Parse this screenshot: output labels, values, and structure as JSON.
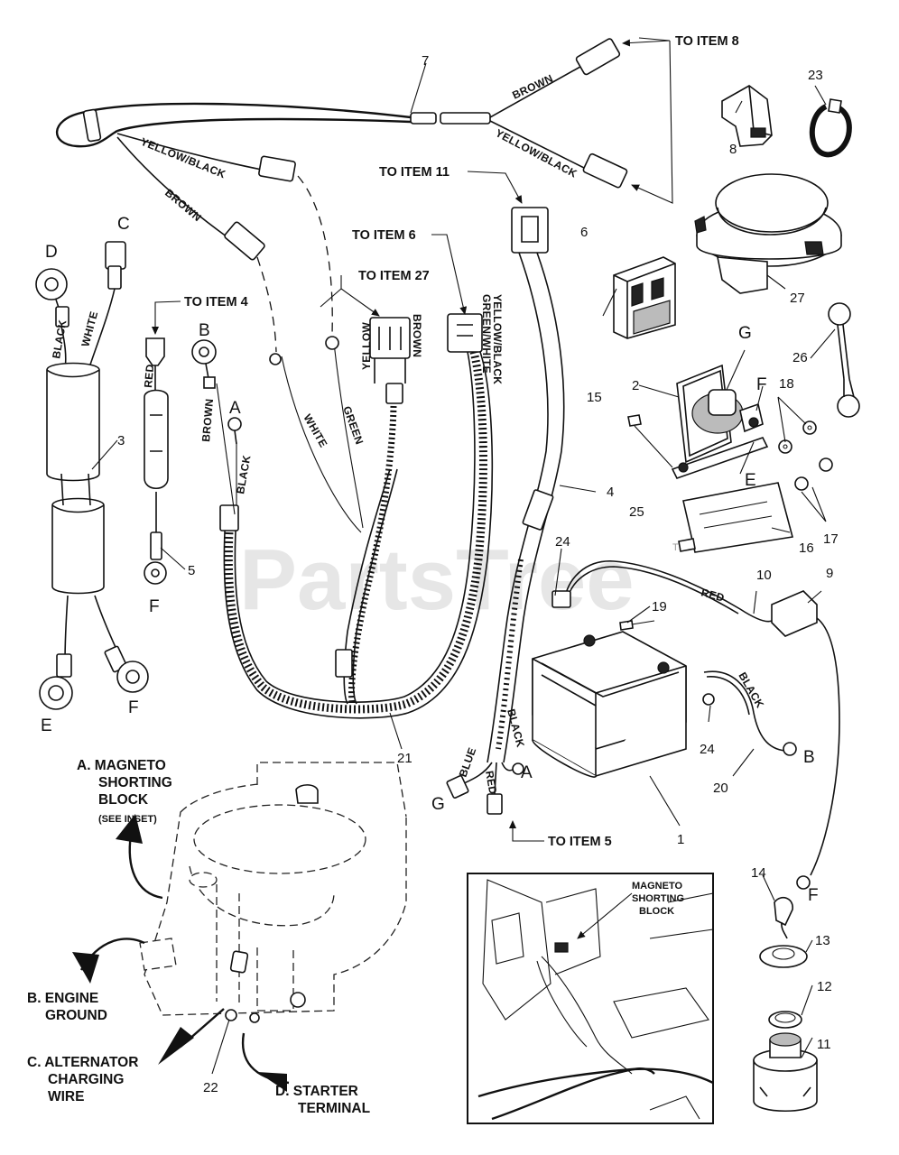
{
  "watermark": {
    "text": "PartsTree",
    "tm": "TM"
  },
  "refs": {
    "to_item_8": "TO ITEM 8",
    "to_item_11": "TO ITEM 11",
    "to_item_6": "TO ITEM 6",
    "to_item_27": "TO ITEM 27",
    "to_item_4": "TO ITEM 4",
    "to_item_5": "TO ITEM 5"
  },
  "wire_labels": {
    "brown": "BROWN",
    "yellow_black": "YELLOW/BLACK",
    "black": "BLACK",
    "white": "WHITE",
    "red": "RED",
    "green": "GREEN",
    "yellow": "YELLOW",
    "green_white": "GREEN/WHITE",
    "blue": "BLUE"
  },
  "part_numbers": [
    "1",
    "2",
    "3",
    "4",
    "5",
    "6",
    "7",
    "8",
    "9",
    "10",
    "11",
    "12",
    "13",
    "14",
    "15",
    "16",
    "17",
    "18",
    "19",
    "20",
    "21",
    "22",
    "23",
    "24",
    "25",
    "26",
    "27"
  ],
  "letters": {
    "a": "A",
    "b": "B",
    "c": "C",
    "d": "D",
    "e": "E",
    "f": "F",
    "g": "G"
  },
  "engine_callouts": {
    "a": [
      "A. MAGNETO",
      "SHORTING",
      "BLOCK"
    ],
    "a_note": "(SEE INSET)",
    "b": [
      "B. ENGINE",
      "GROUND"
    ],
    "c": [
      "C. ALTERNATOR",
      "CHARGING",
      "WIRE"
    ],
    "d": [
      "D. STARTER",
      "TERMINAL"
    ]
  },
  "inset": {
    "label": [
      "MAGNETO",
      "SHORTING",
      "BLOCK"
    ]
  }
}
